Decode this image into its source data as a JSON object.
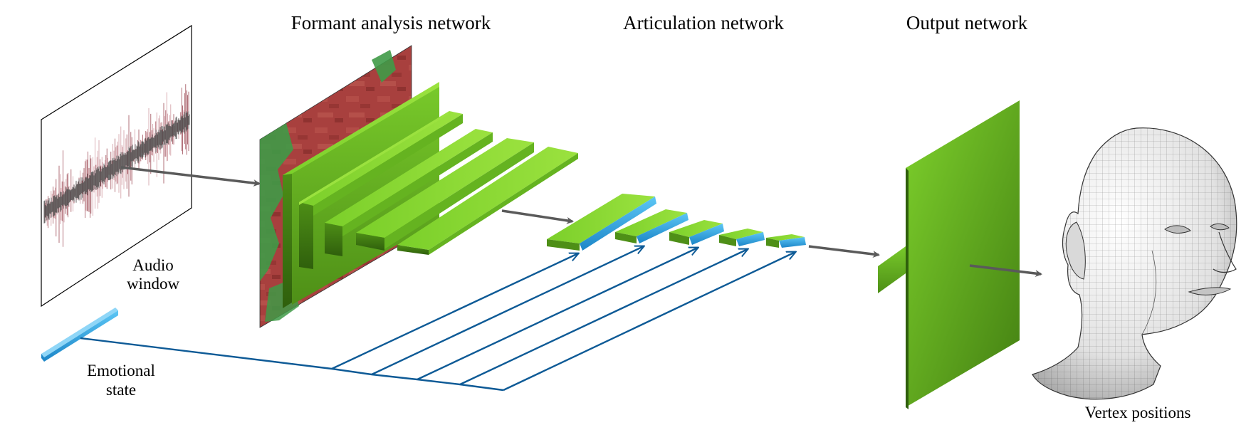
{
  "sections": {
    "formant": "Formant analysis network",
    "articulation": "Articulation network",
    "output": "Output network"
  },
  "inputs": {
    "audio_line1": "Audio",
    "audio_line2": "window",
    "emotion_line1": "Emotional",
    "emotion_line2": "state"
  },
  "outputs": {
    "vertex": "Vertex positions"
  },
  "colors": {
    "layer_green_top": "#8ad92e",
    "layer_green_mid": "#6fbf22",
    "layer_green_dark": "#3f7a12",
    "emotion_blue": "#29a7e8",
    "emotion_line": "#0d5a96",
    "arrow_gray": "#5a5a5a",
    "spectro_red": "#a8403e",
    "spectro_green": "#3f9a47",
    "waveform_red": "#8e2f3b"
  }
}
